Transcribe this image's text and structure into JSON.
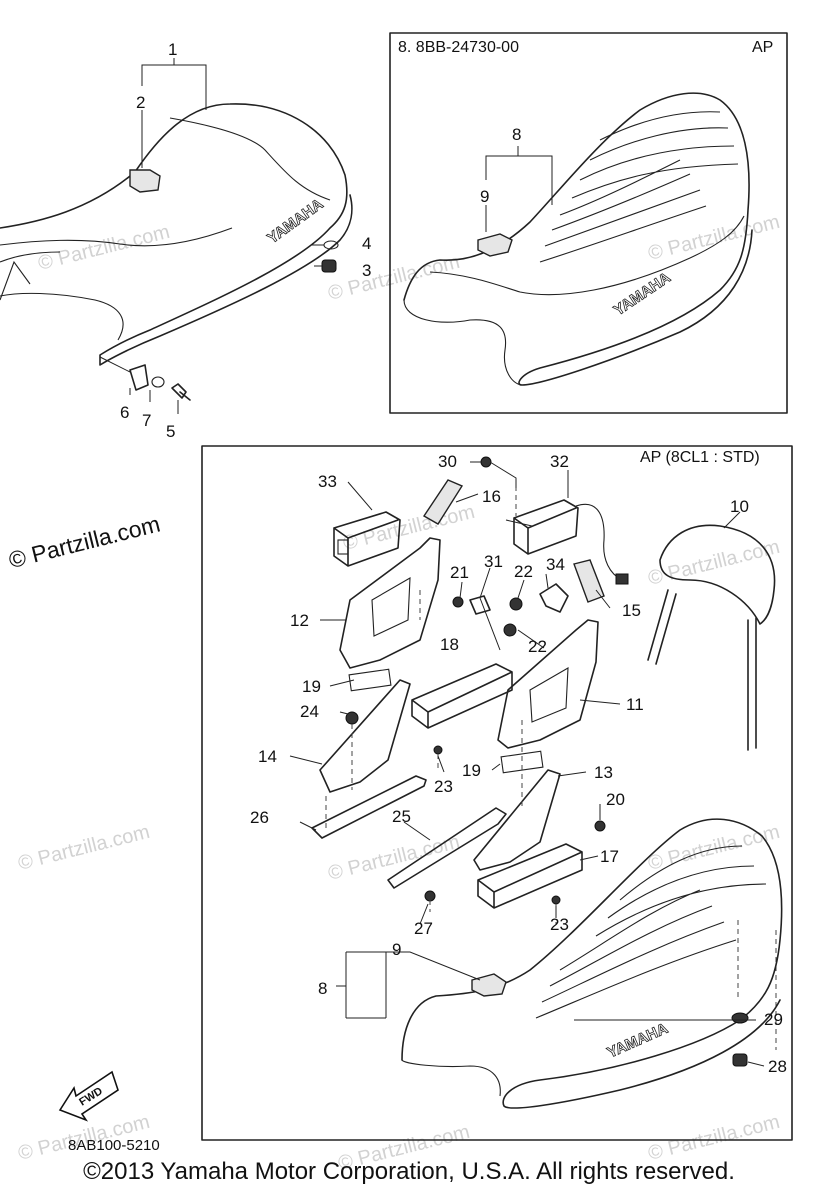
{
  "inset_top": {
    "title": "8. 8BB-24730-00",
    "region": "AP"
  },
  "inset_bottom": {
    "region": "AP (8CL1 : STD)"
  },
  "brand_text": "YAMAHA",
  "fwd_text": "FWD",
  "drawing_number": "8AB100-5210",
  "watermark_text": "© Partzilla.com",
  "partzilla_label": "© Partzilla.com",
  "copyright": "©2013 Yamaha Motor Corporation, U.S.A. All rights reserved.",
  "callouts": {
    "c1": "1",
    "c2": "2",
    "c3": "3",
    "c4": "4",
    "c5": "5",
    "c6": "6",
    "c7": "7",
    "c8_top": "8",
    "c9_top": "9",
    "c8": "8",
    "c9": "9",
    "c10": "10",
    "c11": "11",
    "c12": "12",
    "c13": "13",
    "c14": "14",
    "c15": "15",
    "c16": "16",
    "c17": "17",
    "c18": "18",
    "c19a": "19",
    "c19b": "19",
    "c20": "20",
    "c21": "21",
    "c22a": "22",
    "c22b": "22",
    "c23a": "23",
    "c23b": "23",
    "c24": "24",
    "c25": "25",
    "c26": "26",
    "c27": "27",
    "c28": "28",
    "c29": "29",
    "c30": "30",
    "c31": "31",
    "c32": "32",
    "c33": "33",
    "c34": "34"
  }
}
